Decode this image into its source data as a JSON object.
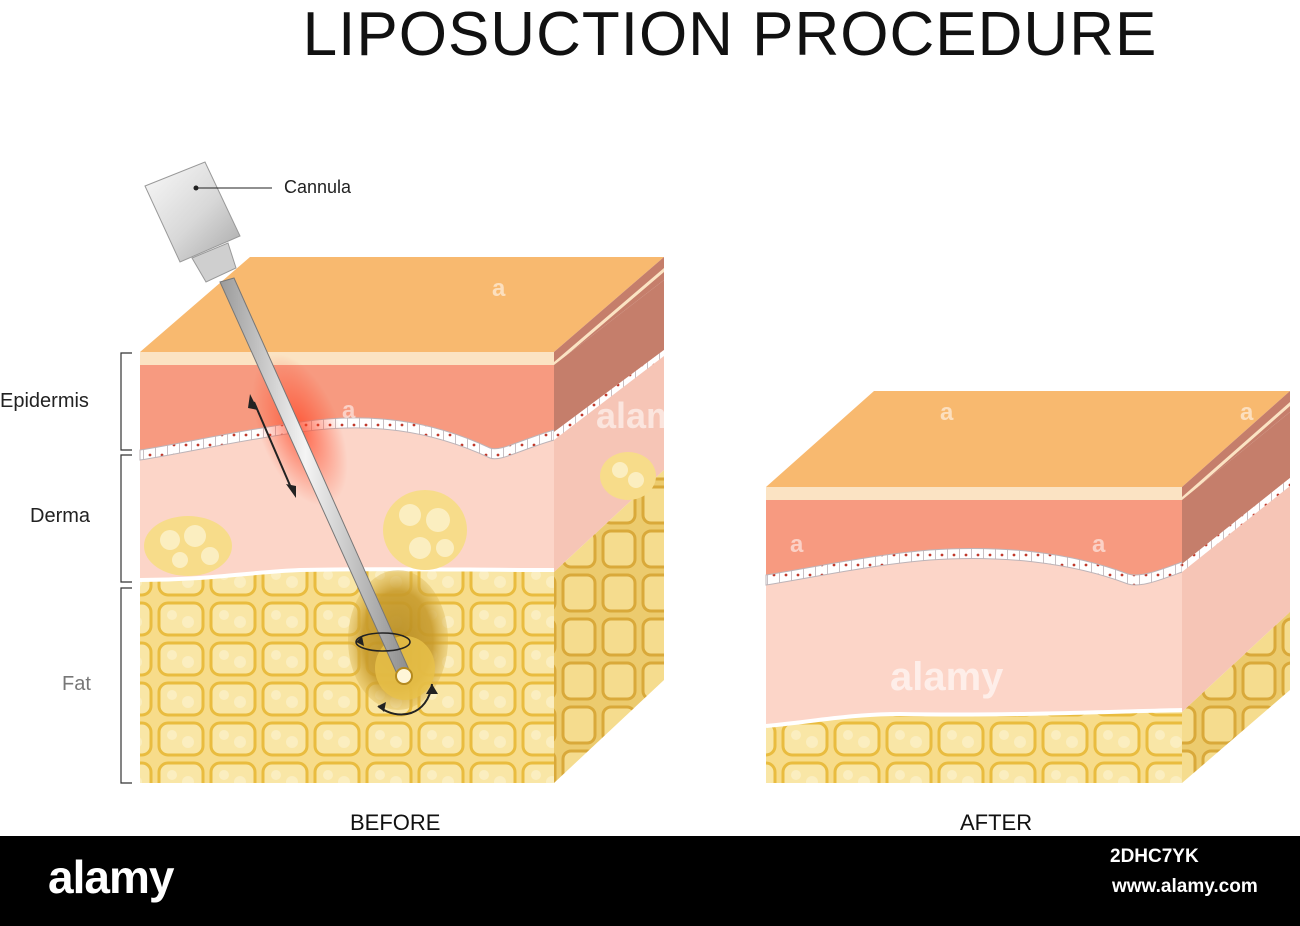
{
  "title": "LIPOSUCTION PROCEDURE",
  "labels": {
    "cannula": "Cannula",
    "epidermis": "Epidermis",
    "derma": "Derma",
    "fat": "Fat"
  },
  "captions": {
    "before": "BEFORE",
    "after": "AFTER"
  },
  "watermark": {
    "logo": "alamy",
    "small_mark": "a"
  },
  "footer": {
    "logo": "alamy",
    "image_id": "2DHC7YK",
    "url": "www.alamy.com"
  },
  "colors": {
    "skin_top": "#f8b96f",
    "skin_side": "#c57e6b",
    "epidermis": "#f79a80",
    "derma": "#fcd5c8",
    "fat": "#f7dc8a",
    "fat_lines": "#e9bc3f",
    "footer": "#000000"
  }
}
